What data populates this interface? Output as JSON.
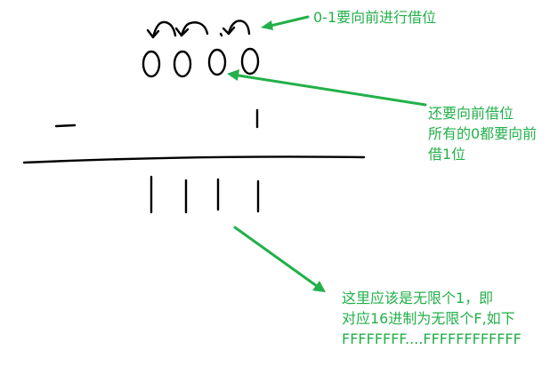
{
  "annotations": {
    "borrow_note": "0-1要向前进行借位",
    "zeros_note": [
      "还要向前借位",
      "所有的0都要向前",
      "借1位"
    ],
    "ones_note": [
      "这里应该是无限个1，即",
      "对应16进制为无限个F,如下",
      "FFFFFFFF....FFFFFFFFFFFF"
    ]
  },
  "colors": {
    "ink": "#000000",
    "annotation_green": "#22b04a"
  },
  "minuend_digits": [
    "0",
    "0",
    "0",
    "0"
  ],
  "result_digits": [
    "1",
    "1",
    "1",
    "1"
  ],
  "operator_symbol": "-",
  "subtrahend_digit": "1"
}
